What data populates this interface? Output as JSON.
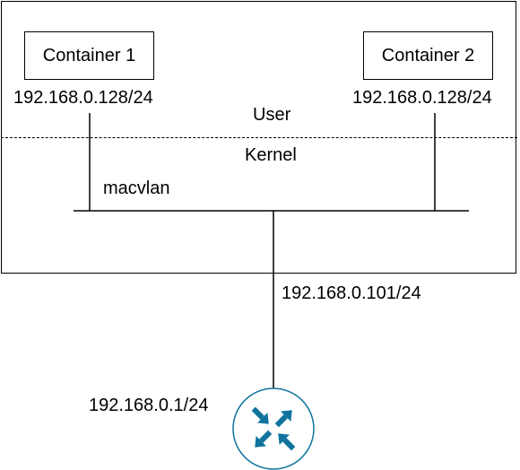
{
  "host": {
    "user_label": "User",
    "kernel_label": "Kernel",
    "bridge_label": "macvlan",
    "uplink_ip": "192.168.0.101/24"
  },
  "containers": [
    {
      "name": "Container 1",
      "ip": "192.168.0.128/24"
    },
    {
      "name": "Container 2",
      "ip": "192.168.0.128/24"
    }
  ],
  "router": {
    "ip": "192.168.0.1/24",
    "icon": "router-icon",
    "fill_color": "#ffffff",
    "stroke_color": "#10739e",
    "arrow_color": "#10739e"
  }
}
